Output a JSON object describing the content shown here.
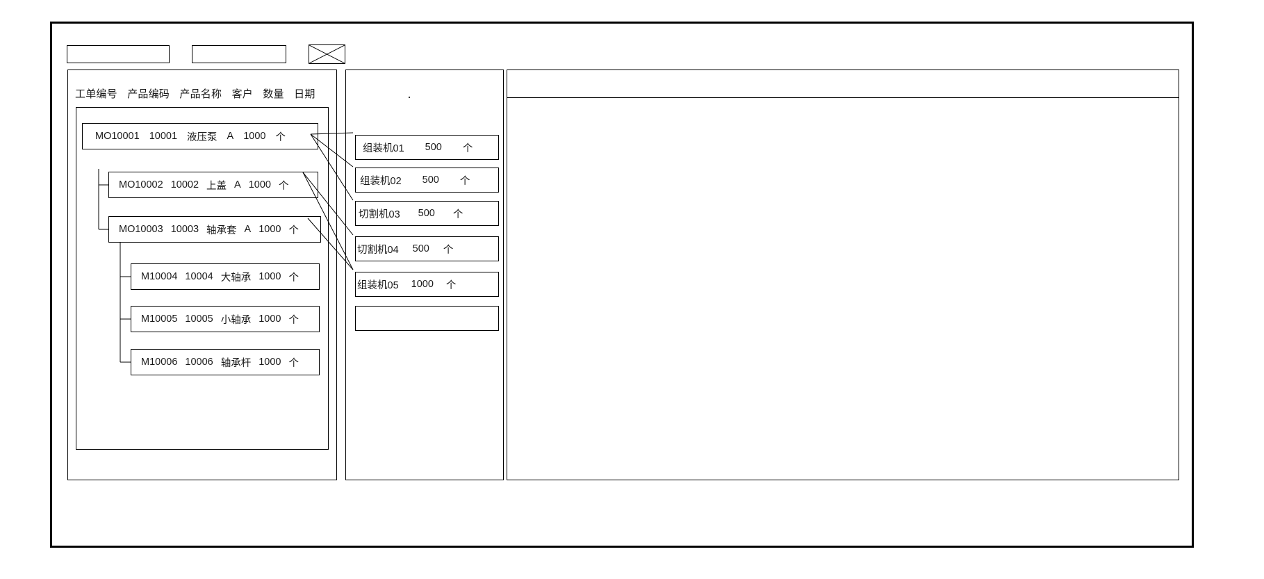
{
  "toolbar": {
    "field1_value": "",
    "field2_value": "",
    "image_placeholder_label": "image-placeholder"
  },
  "left_panel": {
    "columns": [
      "工单编号",
      "产品编码",
      "产品名称",
      "客户",
      "数量",
      "日期"
    ],
    "rows": [
      {
        "level": 0,
        "order_no": "MO10001",
        "product_code": "10001",
        "product_name": "液压泵",
        "customer": "A",
        "qty": "1000",
        "unit": "个"
      },
      {
        "level": 1,
        "order_no": "MO10002",
        "product_code": "10002",
        "product_name": "上盖",
        "customer": "A",
        "qty": "1000",
        "unit": "个"
      },
      {
        "level": 1,
        "order_no": "MO10003",
        "product_code": "10003",
        "product_name": "轴承套",
        "customer": "A",
        "qty": "1000",
        "unit": "个"
      },
      {
        "level": 2,
        "order_no": "M10004",
        "product_code": "10004",
        "product_name": "大轴承",
        "customer": "",
        "qty": "1000",
        "unit": "个"
      },
      {
        "level": 2,
        "order_no": "M10005",
        "product_code": "10005",
        "product_name": "小轴承",
        "customer": "",
        "qty": "1000",
        "unit": "个"
      },
      {
        "level": 2,
        "order_no": "M10006",
        "product_code": "10006",
        "product_name": "轴承杆",
        "customer": "",
        "qty": "1000",
        "unit": "个"
      }
    ]
  },
  "mid_panel": {
    "operations": [
      {
        "machine": "组装机01",
        "qty": "500",
        "unit": "个"
      },
      {
        "machine": "组装机02",
        "qty": "500",
        "unit": "个"
      },
      {
        "machine": "切割机03",
        "qty": "500",
        "unit": "个"
      },
      {
        "machine": "切割机04",
        "qty": "500",
        "unit": "个"
      },
      {
        "machine": "组装机05",
        "qty": "1000",
        "unit": "个"
      },
      {
        "machine": "",
        "qty": "",
        "unit": ""
      }
    ]
  },
  "right_panel": {
    "header_value": "",
    "body_value": ""
  },
  "colors": {
    "border": "#000000",
    "background": "#ffffff",
    "text": "#1a1a1a"
  }
}
